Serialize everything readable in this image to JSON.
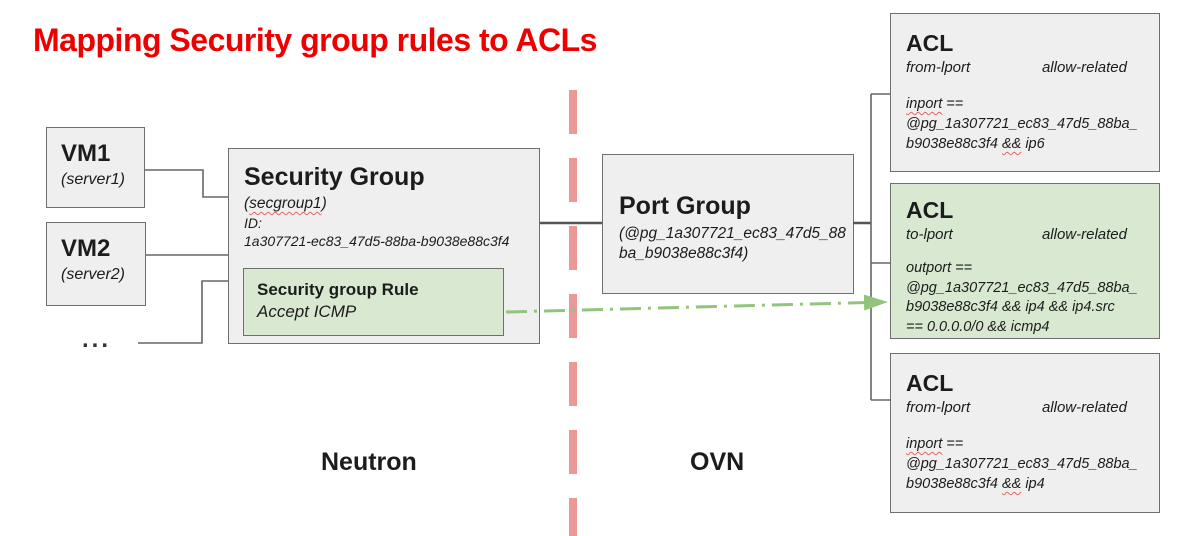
{
  "title": "Mapping Security group rules to ACLs",
  "sections": {
    "left_label": "Neutron",
    "right_label": "OVN"
  },
  "vms": [
    {
      "name": "VM1",
      "alias": "(server1)"
    },
    {
      "name": "VM2",
      "alias": "(server2)"
    }
  ],
  "more_vms_ellipsis": "...",
  "security_group": {
    "title": "Security Group",
    "alias": "(secgroup1)",
    "id_label": "ID:",
    "id_value": "1a307721-ec83_47d5-88ba-b9038e88c3f4",
    "rule": {
      "title": "Security group Rule",
      "action": "Accept ICMP"
    }
  },
  "port_group": {
    "title": "Port Group",
    "alias": "(@pg_1a307721_ec83_47d5_88\nba_b9038e88c3f4)"
  },
  "acls": [
    {
      "title": "ACL",
      "direction": "from-lport",
      "action": "allow-related",
      "match": "inport ==\n@pg_1a307721_ec83_47d5_88ba_\nb9038e88c3f4 && ip6",
      "highlighted": false
    },
    {
      "title": "ACL",
      "direction": "to-lport",
      "action": "allow-related",
      "match": "outport ==\n@pg_1a307721_ec83_47d5_88ba_\nb9038e88c3f4 && ip4 && ip4.src\n== 0.0.0.0/0 && icmp4",
      "highlighted": true
    },
    {
      "title": "ACL",
      "direction": "from-lport",
      "action": "allow-related",
      "match": "inport ==\n@pg_1a307721_ec83_47d5_88ba_\nb9038e88c3f4 && ip4",
      "highlighted": false
    }
  ],
  "colors": {
    "title_red": "#ee0000",
    "divider_red": "#ea9999",
    "arrow_green": "#93c47d",
    "highlight_green_fill": "#d9e8d1",
    "box_gray_fill": "#efefef",
    "box_border": "#6f6f6f",
    "connector_gray": "#666666"
  }
}
